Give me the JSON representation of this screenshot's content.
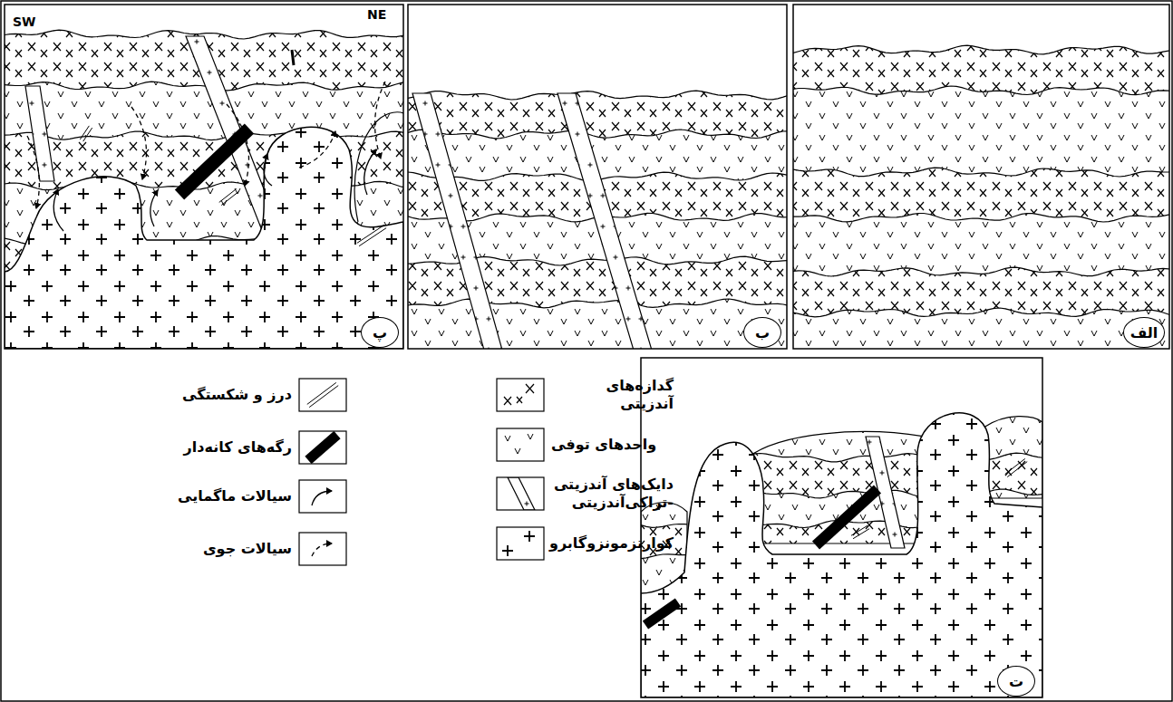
{
  "diagram": {
    "nodes": [
      {
        "text": [
          "الف"
        ]
      },
      {
        "text": [
          "ب"
        ]
      },
      {
        "text": [
          "پ"
        ]
      },
      {
        "text": [
          "ت"
        ]
      }
    ],
    "labels": [
      "SW",
      "NE"
    ],
    "legend": [
      {
        "text": "گدازه‌های آندزیتی"
      },
      {
        "text": "واحدهای توفی"
      },
      {
        "text": "دایک‌های آندزیتی -تراکی‌آندزیتی"
      },
      {
        "text": "کوارتزمونزوگابرو"
      },
      {
        "text": "درز و شکستگی"
      },
      {
        "text": "رگه‌های کانه‌دار"
      },
      {
        "text": "سیالات ماگمایی"
      },
      {
        "text": "سیالات جوی"
      }
    ]
  }
}
